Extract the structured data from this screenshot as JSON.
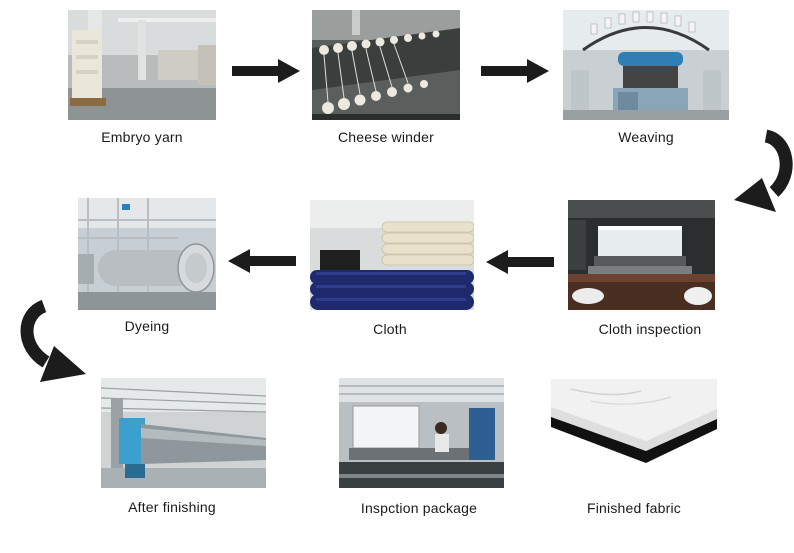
{
  "process_steps": [
    {
      "id": "embryo-yarn",
      "label": "Embryo yarn"
    },
    {
      "id": "cheese-winder",
      "label": "Cheese winder"
    },
    {
      "id": "weaving",
      "label": "Weaving"
    },
    {
      "id": "cloth-inspection",
      "label": "Cloth inspection"
    },
    {
      "id": "cloth",
      "label": "Cloth"
    },
    {
      "id": "dyeing",
      "label": "Dyeing"
    },
    {
      "id": "after-finishing",
      "label": "After finishing"
    },
    {
      "id": "inspection-package",
      "label": "Inspction package"
    },
    {
      "id": "finished-fabric",
      "label": "Finished fabric"
    }
  ],
  "flow": [
    {
      "from": "embryo-yarn",
      "to": "cheese-winder",
      "icon": "arrow-right-icon"
    },
    {
      "from": "cheese-winder",
      "to": "weaving",
      "icon": "arrow-right-icon"
    },
    {
      "from": "weaving",
      "to": "cloth-inspection",
      "icon": "curved-arrow-down-left-icon"
    },
    {
      "from": "cloth-inspection",
      "to": "cloth",
      "icon": "arrow-left-icon"
    },
    {
      "from": "cloth",
      "to": "dyeing",
      "icon": "arrow-left-icon"
    },
    {
      "from": "dyeing",
      "to": "after-finishing",
      "icon": "curved-arrow-down-right-icon"
    }
  ],
  "colors": {
    "arrow": "#1c1c1c",
    "label_text": "#1a1a1a",
    "background": "#ffffff"
  }
}
